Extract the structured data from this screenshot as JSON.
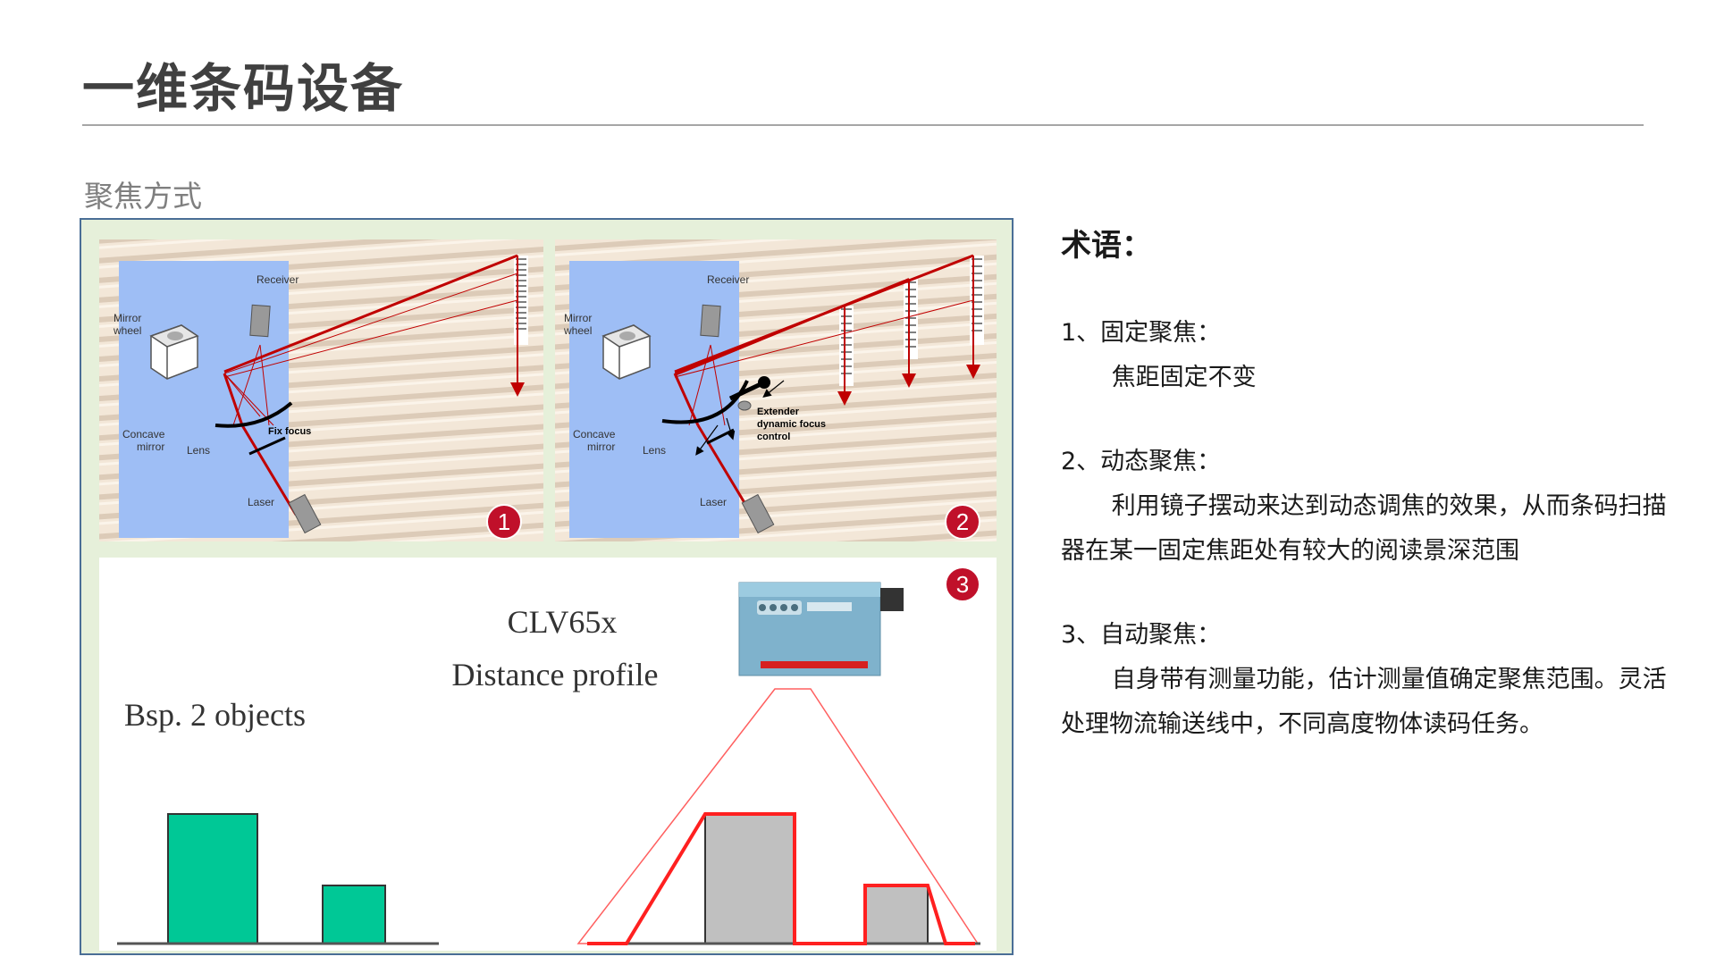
{
  "header": {
    "title": "一维条码设备",
    "subtitle": "聚焦方式"
  },
  "figure": {
    "badges": [
      "1",
      "2",
      "3"
    ],
    "diagram1": {
      "receiver": "Receiver",
      "mirror_wheel": [
        "Mirror",
        "wheel"
      ],
      "concave_mirror": [
        "Concave",
        "mirror"
      ],
      "lens": "Lens",
      "laser": "Laser",
      "fix_focus": "Fix focus"
    },
    "diagram2": {
      "receiver": "Receiver",
      "mirror_wheel": [
        "Mirror",
        "wheel"
      ],
      "concave_mirror": [
        "Concave",
        "mirror"
      ],
      "lens": "Lens",
      "laser": "Laser",
      "extender": [
        "Extender",
        "dynamic  focus",
        "control"
      ]
    },
    "diagram3": {
      "device": "CLV65x",
      "profile": "Distance profile",
      "objects": "Bsp.  2   objects"
    },
    "colors": {
      "panel_bg": "#e6f0da",
      "panel_border": "#4a6e96",
      "scanner_box": "#9ebef5",
      "laser_red": "#c00000",
      "object_green": "#00c896",
      "object_gray": "#c0c0c0",
      "profile_red": "#ff2020",
      "badge_red": "#c0102a"
    }
  },
  "terms": {
    "heading": "术语：",
    "items": [
      {
        "title": "1、固定聚焦：",
        "desc": "焦距固定不变"
      },
      {
        "title": "2、动态聚焦：",
        "desc": "利用镜子摆动来达到动态调焦的效果，从而条码扫描器在某一固定焦距处有较大的阅读景深范围"
      },
      {
        "title": "3、自动聚焦：",
        "desc": "自身带有测量功能，估计测量值确定聚焦范围。灵活处理物流输送线中，不同高度物体读码任务。"
      }
    ]
  }
}
